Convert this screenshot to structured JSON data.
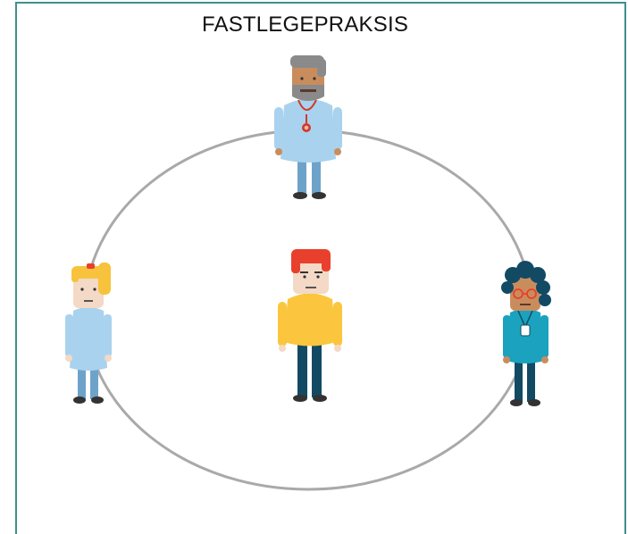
{
  "title": "FASTLEGEPRAKSIS",
  "colors": {
    "frame": "#3f8f8f",
    "circle": "#a9a9a9",
    "skin": "#f3d9c6",
    "skin_dark": "#c98d5d",
    "light_blue": "#a9d2ee",
    "pants_blue": "#6ea3c9",
    "navy": "#124a64",
    "yellow_shirt": "#fbc63d",
    "red_hair": "#e8402c",
    "blonde_hair": "#f7c33c",
    "gray_hair": "#8a8a8a",
    "teal_shirt": "#1aa2bf",
    "shoe": "#333333"
  },
  "figures": [
    {
      "role": "doctor",
      "icon": "doctor-figure-icon"
    },
    {
      "role": "center-person",
      "icon": "center-person-figure-icon"
    },
    {
      "role": "woman-left",
      "icon": "woman-blonde-figure-icon"
    },
    {
      "role": "woman-right",
      "icon": "woman-curly-figure-icon"
    }
  ]
}
